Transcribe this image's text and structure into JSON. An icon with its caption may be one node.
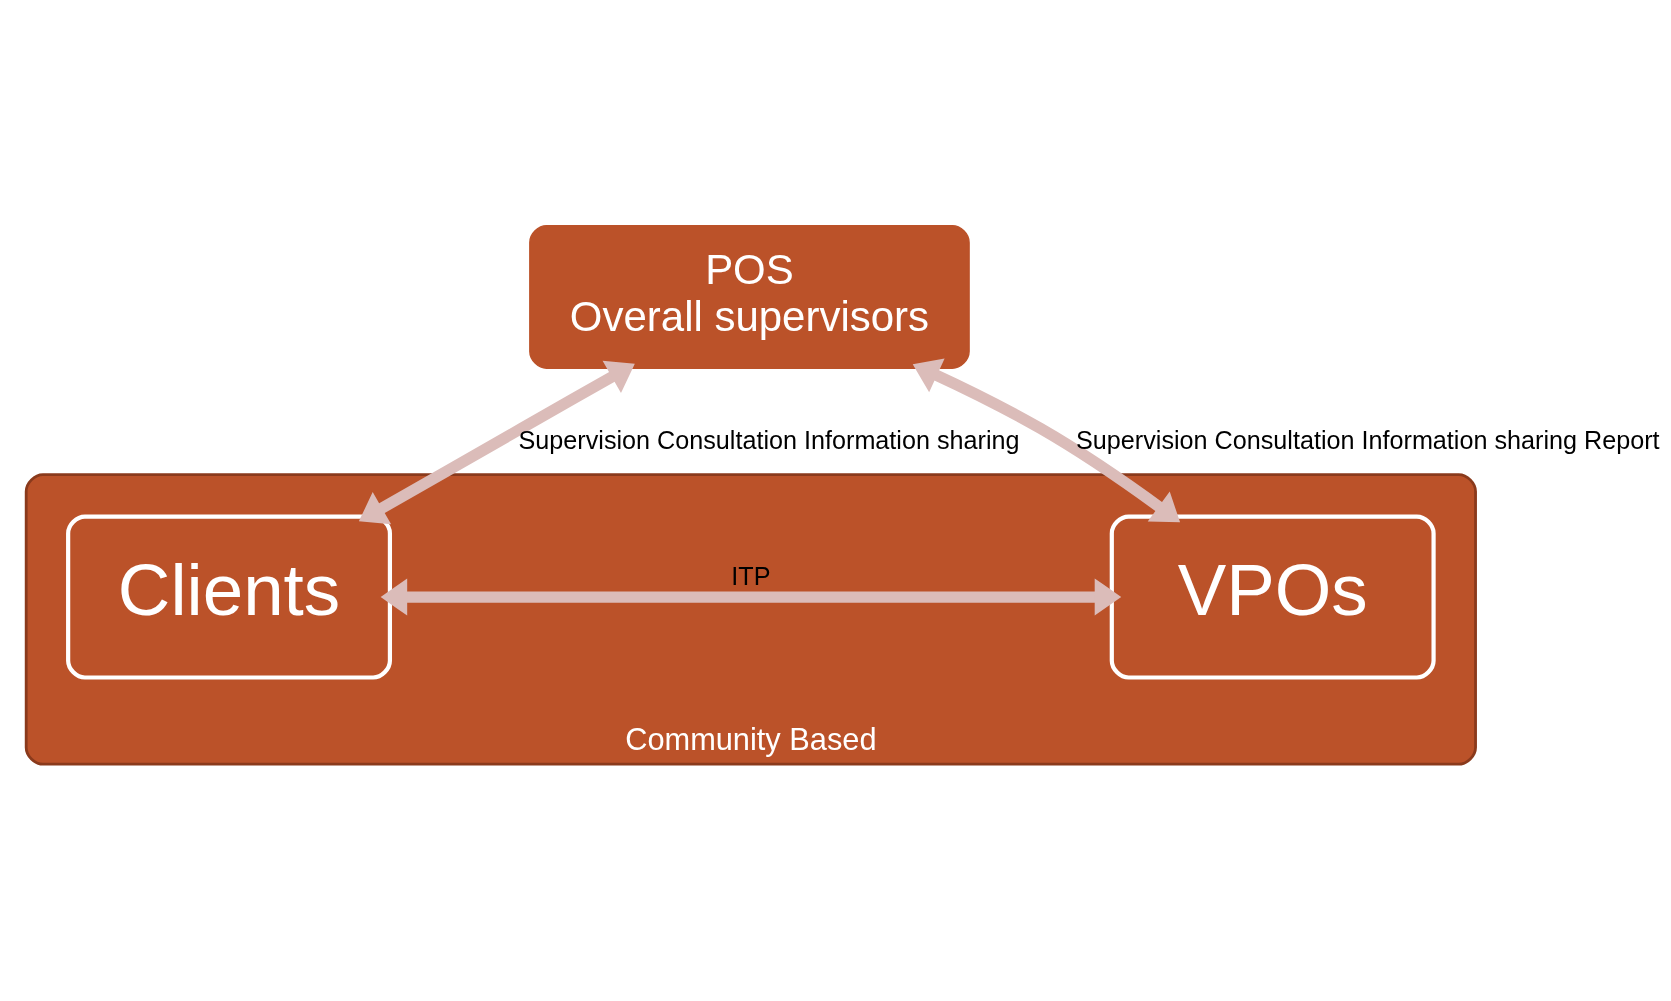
{
  "diagram": {
    "nodes": [
      {
        "text": [
          "POS",
          "Overall supervisors"
        ]
      },
      {
        "text": [
          "Community Based"
        ]
      },
      {
        "text": [
          "Clients"
        ],
        "in": 1
      },
      {
        "text": [
          "VPOs"
        ],
        "in": 1
      }
    ],
    "edges": [
      {
        "from": 0,
        "to": 2,
        "arrow": "both",
        "label": "Supervision Consultation Information sharing"
      },
      {
        "from": 0,
        "to": 3,
        "arrow": "both",
        "label": "Supervision Consultation Information sharing Report"
      },
      {
        "from": 2,
        "to": 3,
        "arrow": "both",
        "label": "ITP"
      }
    ]
  }
}
